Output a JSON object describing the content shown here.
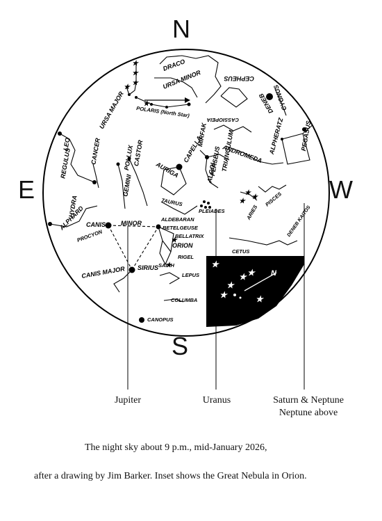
{
  "compass": {
    "north": "N",
    "south": "S",
    "east": "E",
    "west": "W"
  },
  "constellations": {
    "ursa_minor": "URSA MINOR",
    "draco": "DRACO",
    "ursa_major": "URSA MAJOR",
    "polaris": "POLARIS (North Star)",
    "cepheus": "CEPHEUS",
    "cygnus": "CYGNUS",
    "deneb": "DENEB",
    "cassiopeia": "CASSIOPEIA",
    "perseus": "PERSEUS",
    "alpheratz": "ALPHERATZ",
    "pegasus": "PEGASUS",
    "andromeda": "ANDROMEDA",
    "mirfak": "MIRFAK",
    "auriga": "AURIGA",
    "capella": "CAPELLA",
    "castor": "CASTOR",
    "pollux": "POLLUX",
    "gemini": "GEMINI",
    "cancer": "CANCER",
    "leo": "LEO",
    "regulus": "REGULUS",
    "hydra": "HYDRA",
    "alphard": "ALPHARD",
    "canis_minor": "CANIS",
    "minor": "MINOR",
    "procyon": "PROCYON",
    "canis_major": "CANIS MAJOR",
    "sirius": "SIRIUS",
    "taurus": "TAURUS",
    "aldebaran": "ALDEBARAN",
    "pleiades": "PLEIADES",
    "betelgeuse": "BETELGEUSE",
    "bellatrix": "BELLATRIX",
    "orion": "ORION",
    "rigel": "RIGEL",
    "saiph": "SAIPH",
    "lepus": "LEPUS",
    "columba": "COLUMBA",
    "canopus": "CANOPUS",
    "aries": "ARIES",
    "pisces": "PISCES",
    "cetus": "CETUS",
    "triangulum": "TRIANGULUM",
    "algol": "ALGOL",
    "diphda": "DENEB KAITOS"
  },
  "inset": {
    "arrow_label": "N"
  },
  "planets": {
    "jupiter": "Jupiter",
    "uranus": "Uranus",
    "saturn_neptune": "Saturn & Neptune",
    "neptune_above": "Neptune above"
  },
  "caption": {
    "line1": "The night sky about 9 p.m., mid-January 2026,",
    "line2": "after a drawing by Jim Barker.  Inset shows the Great Nebula in Orion."
  }
}
